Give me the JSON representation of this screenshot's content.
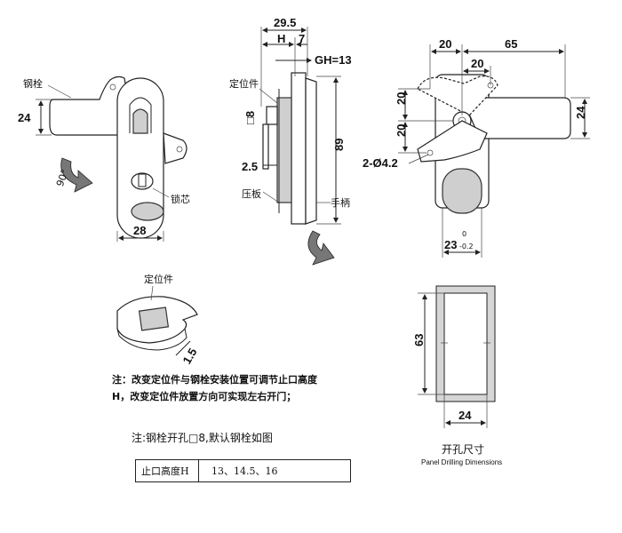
{
  "front_view": {
    "dim_height": "24",
    "dim_width": "28",
    "label_bolt": "钢栓",
    "label_core": "锁芯",
    "rotation_angle": "90°"
  },
  "side_view": {
    "dim_total": "29.5",
    "dim_h": "H",
    "dim_7": "7",
    "dim_gh": "GH=13",
    "dim_square": "□8",
    "dim_thickness": "2.5",
    "dim_length": "89",
    "label_locator": "定位件",
    "label_plate": "压板",
    "label_handle": "手柄"
  },
  "rear_view": {
    "dim_20_top": "20",
    "dim_65": "65",
    "dim_20_mid": "20",
    "dim_20_left_a": "20",
    "dim_20_left_b": "20",
    "dim_24": "24",
    "dim_holes": "2-Ø4.2",
    "dim_cutout_width": "23",
    "tol_upper": "0",
    "tol_lower": "-0.2"
  },
  "locator_detail": {
    "label": "定位件",
    "dim": "1.5"
  },
  "cutout": {
    "dim_height": "63",
    "dim_width": "24",
    "caption_cn": "开孔尺寸",
    "caption_en": "Panel Drilling Dimensions"
  },
  "notes": {
    "line1": "注：改变定位件与钢栓安装位置可调节止口高度",
    "line2": "H，改变定位件放置方向可实现左右开门；",
    "line3": "注:钢栓开孔□8,默认钢栓如图"
  },
  "table": {
    "key": "止口高度H",
    "value": "13、14.5、16"
  }
}
